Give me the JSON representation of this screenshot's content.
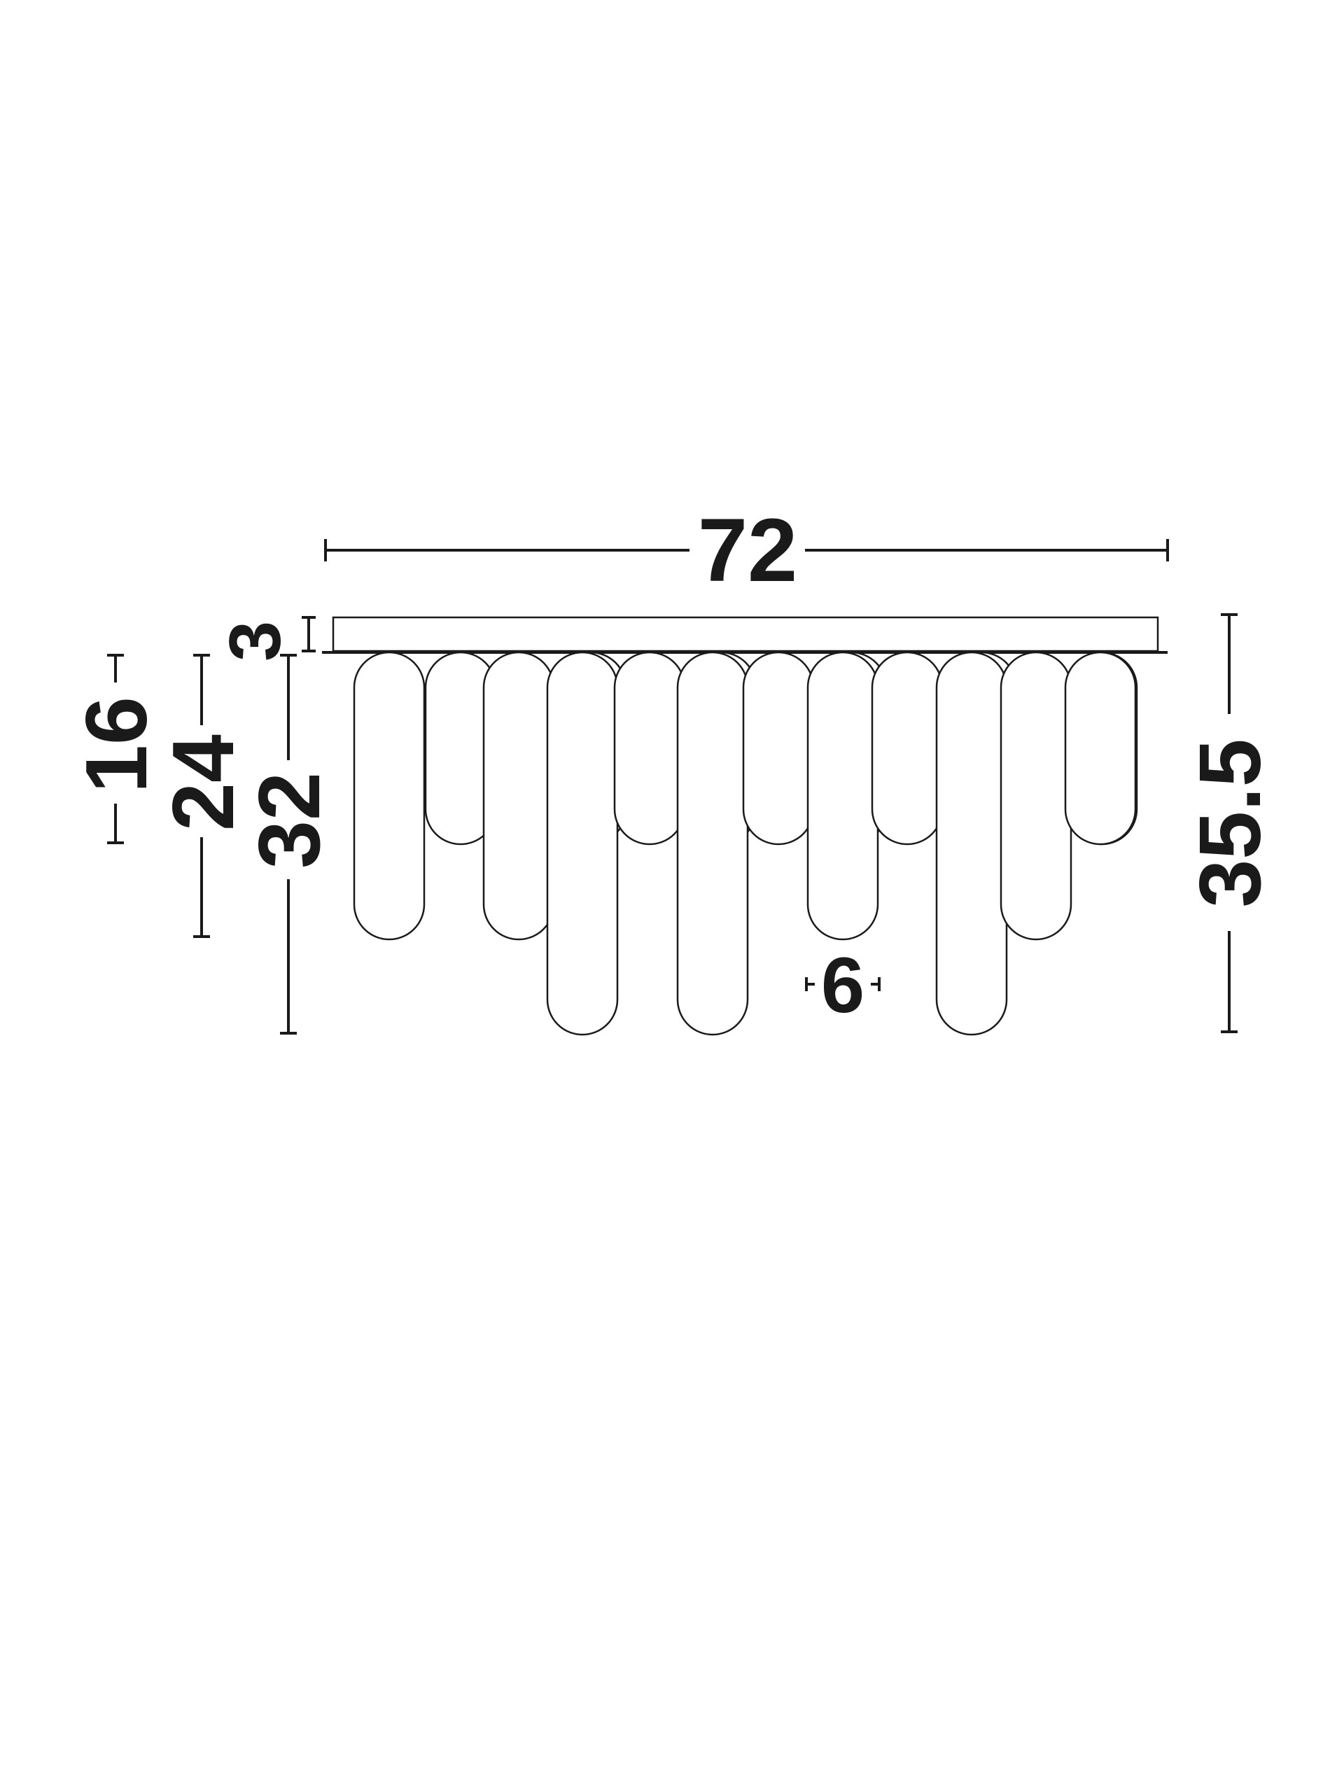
{
  "dimensions": {
    "width": "72",
    "canopy_height": "3",
    "short_drop": "16",
    "medium_drop": "24",
    "long_drop": "32",
    "overall_height": "35.5",
    "pendant_width": "6"
  },
  "colors": {
    "stroke": "#1a1a1a",
    "background": "#ffffff"
  }
}
